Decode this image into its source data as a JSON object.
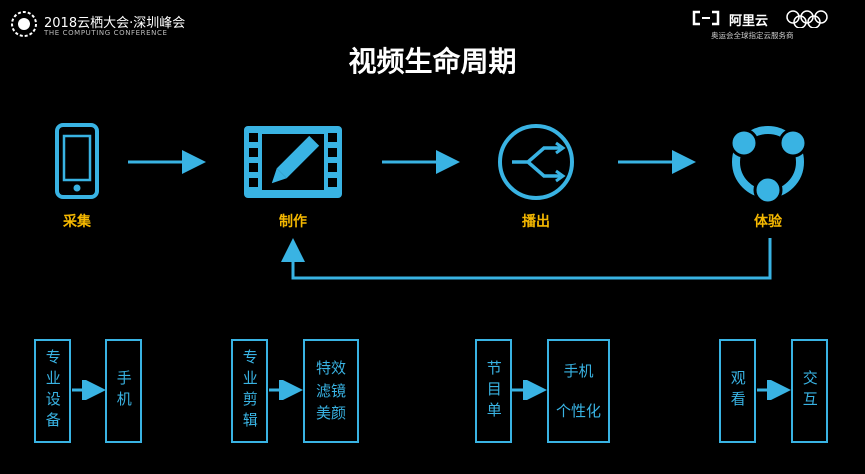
{
  "header": {
    "event_title": "2018云栖大会·深圳峰会",
    "event_subtitle": "THE COMPUTING CONFERENCE",
    "brand": "阿里云",
    "brand_sub": "奥运会全球指定云服务商"
  },
  "title": "视频生命周期",
  "stages": [
    {
      "label": "采集",
      "icon": "phone-icon"
    },
    {
      "label": "制作",
      "icon": "film-edit-icon"
    },
    {
      "label": "播出",
      "icon": "split-arrow-icon"
    },
    {
      "label": "体验",
      "icon": "share-nodes-icon"
    }
  ],
  "details": {
    "capture": {
      "from": "专业设备",
      "to": "手机"
    },
    "produce": {
      "from": "专业剪辑",
      "to": [
        "特效",
        "滤镜",
        "美颜"
      ]
    },
    "broadcast": {
      "from": "节目单",
      "to": [
        "手机",
        "个性化"
      ]
    },
    "experience": {
      "from": "观看",
      "to": "交互"
    }
  },
  "colors": {
    "accent": "#39b3e3",
    "label": "#f5b800",
    "background": "#000000"
  }
}
